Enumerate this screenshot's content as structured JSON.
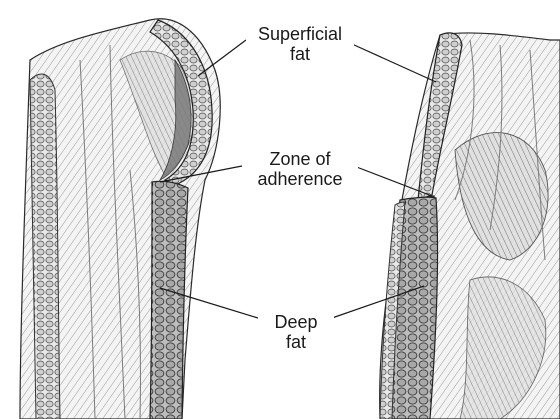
{
  "labels": {
    "superficial": {
      "line1": "Superficial",
      "line2": "fat"
    },
    "zone": {
      "line1": "Zone of",
      "line2": "adherence"
    },
    "deep": {
      "line1": "Deep",
      "line2": "fat"
    }
  },
  "colors": {
    "ink": "#1a1a1a",
    "fat_fill": "#bdbdbd",
    "muscle_shade": "#8a8a8a",
    "background": "#ffffff"
  }
}
